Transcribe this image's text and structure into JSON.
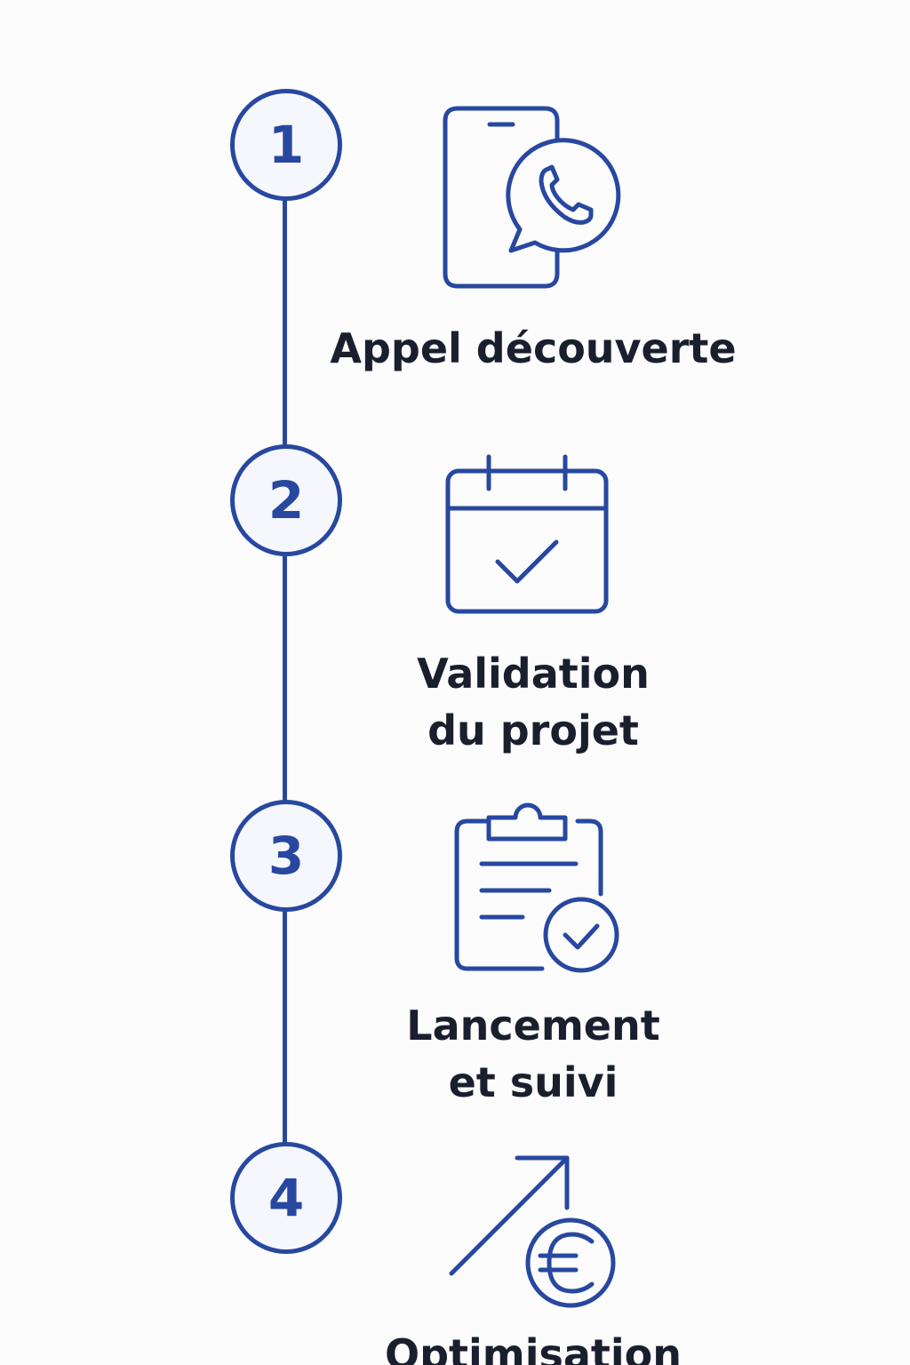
{
  "steps": [
    {
      "number": "1",
      "icon": "phone-whatsapp-icon",
      "label_lines": [
        "Appel découverte"
      ]
    },
    {
      "number": "2",
      "icon": "calendar-check-icon",
      "label_lines": [
        "Validation",
        "du projet"
      ]
    },
    {
      "number": "3",
      "icon": "clipboard-check-icon",
      "label_lines": [
        "Lancement",
        "et suivi"
      ]
    },
    {
      "number": "4",
      "icon": "growth-euro-icon",
      "label_lines": [
        "Optimisation"
      ]
    }
  ],
  "colors": {
    "accent": "#2848a0",
    "text": "#1a1f2e",
    "background": "#fcfcfd",
    "circle_fill": "#f5f7fc"
  }
}
